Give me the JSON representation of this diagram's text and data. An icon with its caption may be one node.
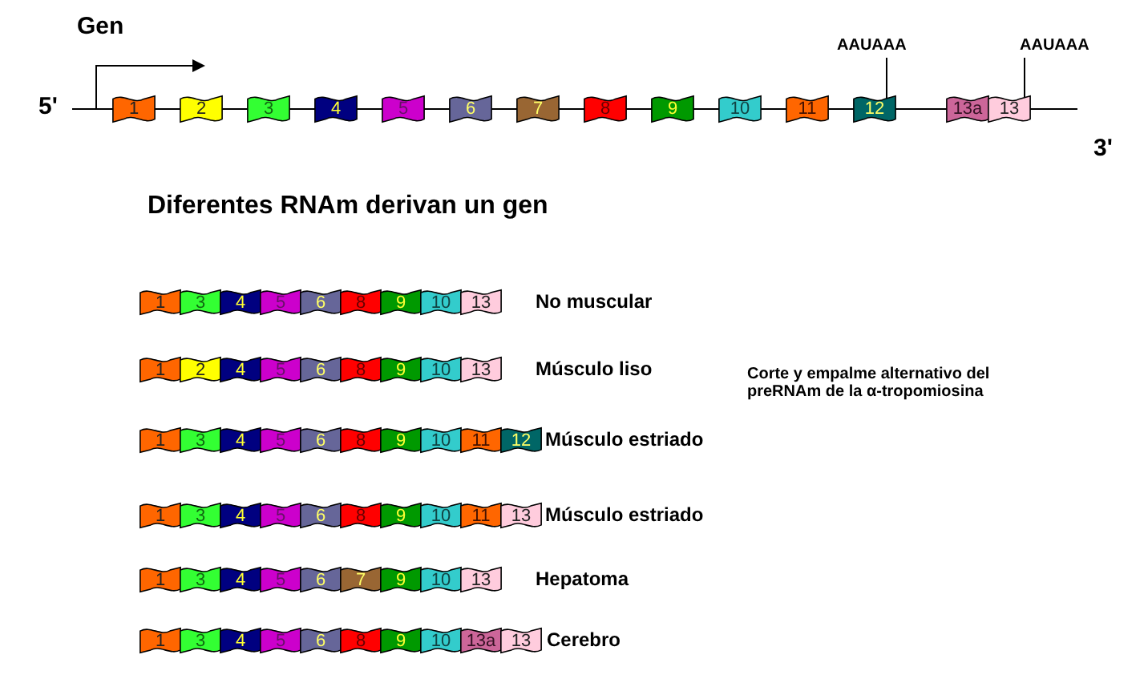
{
  "diagram": {
    "nodes": [
      {
        "text": [
          "AAUAAA"
        ]
      },
      {
        "text": [
          "AAUAAA"
        ]
      },
      {
        "text": [
          "1"
        ]
      },
      {
        "text": [
          "2"
        ]
      },
      {
        "text": [
          "3"
        ]
      },
      {
        "text": [
          "4"
        ]
      },
      {
        "text": [
          "5"
        ]
      },
      {
        "text": [
          "6"
        ]
      },
      {
        "text": [
          "7"
        ]
      },
      {
        "text": [
          "8"
        ]
      },
      {
        "text": [
          "9"
        ]
      },
      {
        "text": [
          "10"
        ]
      },
      {
        "text": [
          "11"
        ]
      },
      {
        "text": [
          "12"
        ]
      },
      {
        "text": [
          "13a"
        ]
      },
      {
        "text": [
          "13"
        ]
      },
      {
        "text": [
          "1"
        ]
      },
      {
        "text": [
          "3"
        ]
      },
      {
        "text": [
          "4"
        ]
      },
      {
        "text": [
          "5"
        ]
      },
      {
        "text": [
          "6"
        ]
      },
      {
        "text": [
          "8"
        ]
      },
      {
        "text": [
          "9"
        ]
      },
      {
        "text": [
          "10"
        ]
      },
      {
        "text": [
          "13"
        ]
      },
      {
        "text": [
          "1"
        ]
      },
      {
        "text": [
          "2"
        ]
      },
      {
        "text": [
          "4"
        ]
      },
      {
        "text": [
          "5"
        ]
      },
      {
        "text": [
          "6"
        ]
      },
      {
        "text": [
          "8"
        ]
      },
      {
        "text": [
          "9"
        ]
      },
      {
        "text": [
          "10"
        ]
      },
      {
        "text": [
          "13"
        ]
      },
      {
        "text": [
          "1"
        ]
      },
      {
        "text": [
          "3"
        ]
      },
      {
        "text": [
          "4"
        ]
      },
      {
        "text": [
          "5"
        ]
      },
      {
        "text": [
          "6"
        ]
      },
      {
        "text": [
          "8"
        ]
      },
      {
        "text": [
          "9"
        ]
      },
      {
        "text": [
          "10"
        ]
      },
      {
        "text": [
          "11"
        ]
      },
      {
        "text": [
          "12"
        ]
      },
      {
        "text": [
          "1"
        ]
      },
      {
        "text": [
          "3"
        ]
      },
      {
        "text": [
          "4"
        ]
      },
      {
        "text": [
          "5"
        ]
      },
      {
        "text": [
          "6"
        ]
      },
      {
        "text": [
          "8"
        ]
      },
      {
        "text": [
          "9"
        ]
      },
      {
        "text": [
          "10"
        ]
      },
      {
        "text": [
          "11"
        ]
      },
      {
        "text": [
          "13"
        ]
      },
      {
        "text": [
          "1"
        ]
      },
      {
        "text": [
          "3"
        ]
      },
      {
        "text": [
          "4"
        ]
      },
      {
        "text": [
          "5"
        ]
      },
      {
        "text": [
          "6"
        ]
      },
      {
        "text": [
          "7"
        ]
      },
      {
        "text": [
          "9"
        ]
      },
      {
        "text": [
          "10"
        ]
      },
      {
        "text": [
          "13"
        ]
      },
      {
        "text": [
          "1"
        ]
      },
      {
        "text": [
          "3"
        ]
      },
      {
        "text": [
          "4"
        ]
      },
      {
        "text": [
          "5"
        ]
      },
      {
        "text": [
          "6"
        ]
      },
      {
        "text": [
          "8"
        ]
      },
      {
        "text": [
          "9"
        ]
      },
      {
        "text": [
          "10"
        ]
      },
      {
        "text": [
          "13a"
        ]
      },
      {
        "text": [
          "13"
        ]
      }
    ],
    "edges": [
      {
        "from": 0,
        "to": 13,
        "arrow": "none"
      },
      {
        "from": 1,
        "to": 15,
        "arrow": "none"
      }
    ],
    "labels": [
      "Gen",
      "5'",
      "3'",
      "Diferentes RNAm derivan un gen",
      "No muscular",
      "Músculo liso",
      "Corte y empalme alternativo del preRNAm de la α-tropomiosina",
      "Músculo estriado",
      "Músculo estriado",
      "Hepatoma",
      "Cerebro"
    ]
  }
}
